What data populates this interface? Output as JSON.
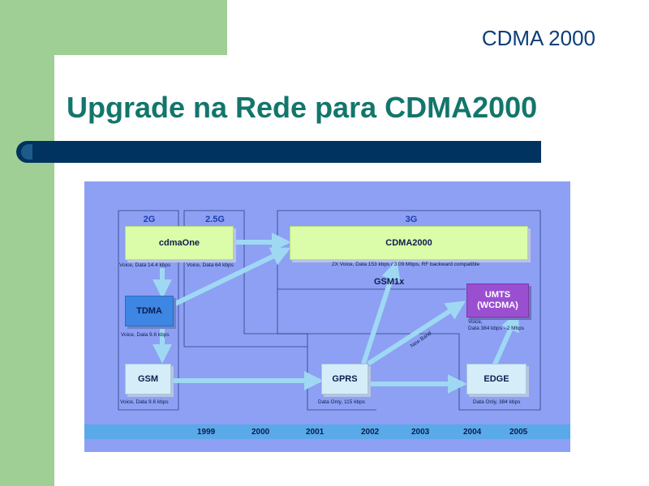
{
  "header": {
    "label": "CDMA 2000"
  },
  "title": "Upgrade na Rede para CDMA2000",
  "diagram": {
    "generations": [
      "2G",
      "2.5G",
      "3G"
    ],
    "nodes": {
      "cdmaone": "cdmaOne",
      "cdma2000": "CDMA2000",
      "tdma": "TDMA",
      "gsm": "GSM",
      "gprs": "GPRS",
      "edge": "EDGE",
      "umts_line1": "UMTS",
      "umts_line2": "(WCDMA)"
    },
    "notes": {
      "cdmaone": "Voice, Data 14.4 kbps",
      "two_five_g": "Voice, Data 64 kbps",
      "cdma2000": "2X Voice, Data 153 kbps / 3.09 Mbps, RF backward compatible",
      "tdma": "Voice, Data 9.6 kbps",
      "gsm": "Voice, Data 9.6 kbps",
      "gprs": "Data Only, 115 kbps",
      "edge": "Data Only, 384 kbps",
      "umts_line1": "Voice,",
      "umts_line2": "Data 384 kbps - 2 Mbps"
    },
    "gsm1x": "GSM1x",
    "new_band": "New Band",
    "years": [
      "1999",
      "2000",
      "2001",
      "2002",
      "2003",
      "2004",
      "2005"
    ]
  },
  "colors": {
    "title": "#12766b",
    "header": "#0d3f79",
    "rule": "#00335f",
    "side_green": "#9fcf94",
    "diagram_bg": "#8da0f3",
    "arrow": "#9fd8f3"
  }
}
